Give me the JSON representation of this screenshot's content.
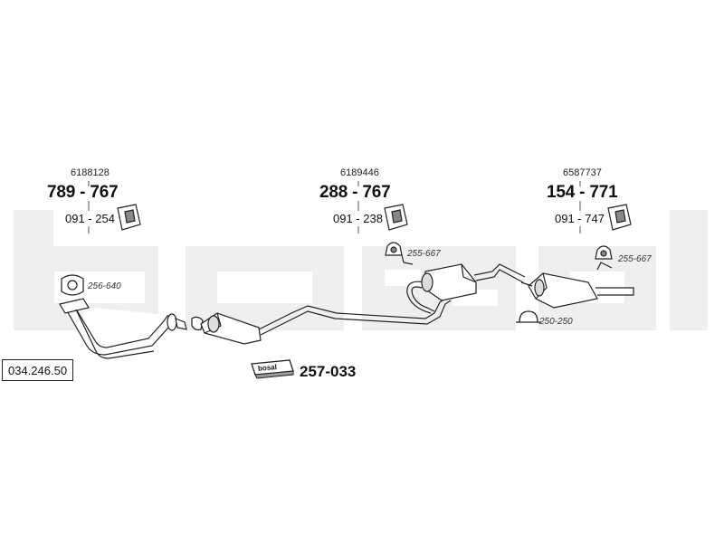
{
  "catalog_number": "034.246.50",
  "watermark_text": "bosal",
  "assemblies": [
    {
      "oe_number": "6188128",
      "part_number": "789 - 767",
      "mount_part": "091 - 254"
    },
    {
      "oe_number": "6189446",
      "part_number": "288 - 767",
      "mount_part": "091 - 238"
    },
    {
      "oe_number": "6587737",
      "part_number": "154 - 771",
      "mount_part": "091 - 747"
    }
  ],
  "small_parts": [
    {
      "label": "256-640"
    },
    {
      "label": "255-667"
    },
    {
      "label": "255-667"
    },
    {
      "label": "250-250"
    }
  ],
  "kit": {
    "logo_text": "bosal",
    "part_number": "257-033"
  }
}
